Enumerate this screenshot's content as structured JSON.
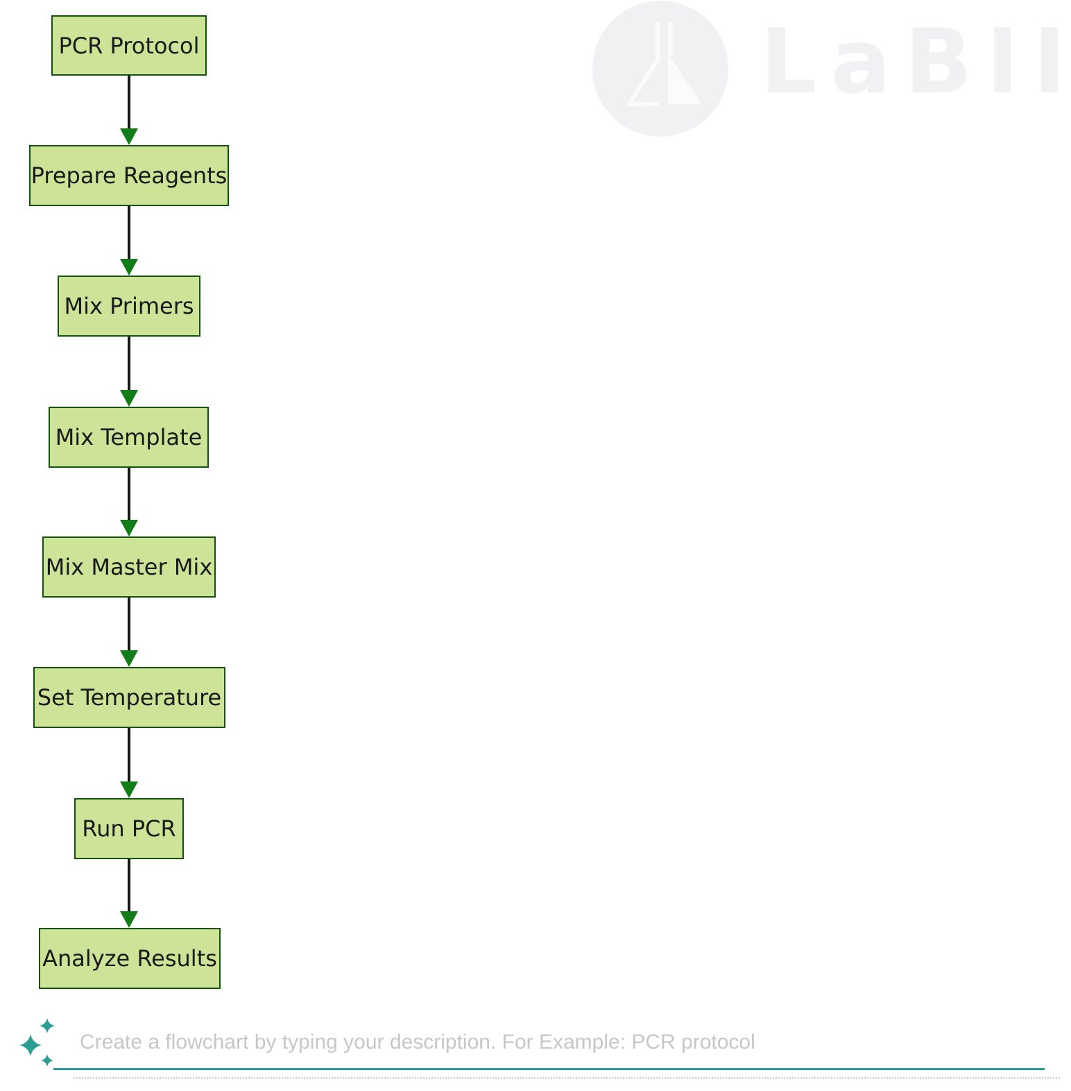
{
  "watermark": {
    "brand": "LaBII",
    "icon": "labii-flask-icon"
  },
  "flowchart": {
    "direction": "top-down",
    "nodes": [
      {
        "label": "PCR Protocol"
      },
      {
        "label": "Prepare Reagents"
      },
      {
        "label": "Mix Primers"
      },
      {
        "label": "Mix Template"
      },
      {
        "label": "Mix Master Mix"
      },
      {
        "label": "Set Temperature"
      },
      {
        "label": "Run PCR"
      },
      {
        "label": "Analyze Results"
      }
    ],
    "edges": [
      {
        "from": "PCR Protocol",
        "to": "Prepare Reagents"
      },
      {
        "from": "Prepare Reagents",
        "to": "Mix Primers"
      },
      {
        "from": "Mix Primers",
        "to": "Mix Template"
      },
      {
        "from": "Mix Template",
        "to": "Mix Master Mix"
      },
      {
        "from": "Mix Master Mix",
        "to": "Set Temperature"
      },
      {
        "from": "Set Temperature",
        "to": "Run PCR"
      },
      {
        "from": "Run PCR",
        "to": "Analyze Results"
      }
    ]
  },
  "prompt": {
    "placeholder": "Create a flowchart by typing your description. For Example: PCR protocol",
    "icon": "sparkles-icon"
  },
  "theme": {
    "node-fill": "#cde498",
    "node-border": "#13540c",
    "node-text": "#1a1a1a",
    "arrow-line": "#161616",
    "arrowhead": "#117d16",
    "accent-teal": "#2b9e94",
    "placeholder-gray": "#c7c7c7",
    "watermark-gray": "#f1f1f4",
    "flask-white": "#fbfbfd",
    "dotted-gray": "#c9c9c9"
  }
}
